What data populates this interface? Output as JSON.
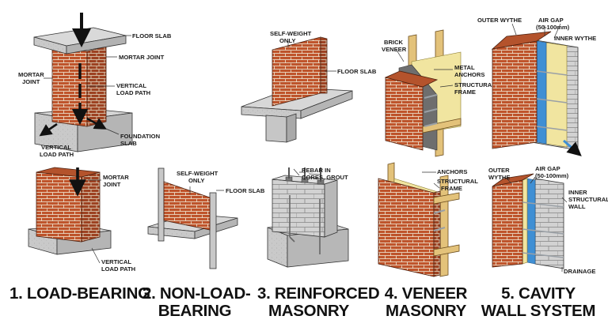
{
  "colors": {
    "brick": "#c0552c",
    "mortar": "#e8dccb",
    "concrete": "#c8c8c8",
    "cmu": "#d6d6d6",
    "timber": "#e3c27a",
    "insulation": "#f1e5a0",
    "membrane": "#6e6e6e",
    "cavity_blue": "#3f8fd4",
    "steel": "#9aa0a6",
    "arrow": "#111111"
  },
  "titles": {
    "t1": "1. LOAD-BEARING",
    "t2a": "2. NON-LOAD-",
    "t2b": "BEARING",
    "t3a": "3. REINFORCED",
    "t3b": "MASONRY",
    "t4a": "4. VENEER",
    "t4b": "MASONRY",
    "t5a": "5. CAVITY",
    "t5b": "WALL SYSTEM"
  },
  "labels": {
    "p1_floor_slab": "FLOOR SLAB",
    "p1_mortar_joint": "MORTAR JOINT",
    "p1_mortar_left_1": "MORTAR",
    "p1_mortar_left_2": "JOINT",
    "p1_vlp_1": "VERTICAL",
    "p1_vlp_2": "LOAD PATH",
    "p1_vlp_bl_1": "VERTICAL",
    "p1_vlp_bl_2": "LOAD PATH",
    "p1_foundation_1": "FOUNDATION",
    "p1_foundation_2": "SLAB",
    "p1b_mortar_1": "MORTAR",
    "p1b_mortar_2": "JOINT",
    "p1b_vlp_1": "VERTICAL",
    "p1b_vlp_2": "LOAD PATH",
    "p2a_self_1": "SELF-WEIGHT",
    "p2a_self_2": "ONLY",
    "p2a_floor": "FLOOR SLAB",
    "p2b_self_1": "SELF-WEIGHT",
    "p2b_self_2": "ONLY",
    "p2b_floor": "FLOOR SLAB",
    "p3_rebar_1": "REBAR IN",
    "p3_rebar_2": "CORES, GROUT",
    "p4a_brick_1": "BRICK",
    "p4a_brick_2": "VENEER",
    "p4a_metal_1": "METAL",
    "p4a_metal_2": "ANCHORS",
    "p4a_struct_1": "STRUCTURAL",
    "p4a_struct_2": "FRAME",
    "p4b_anchors": "ANCHORS",
    "p4b_struct_1": "STRUCTURAL",
    "p4b_struct_2": "FRAME",
    "p5a_outer": "OUTER WYTHE",
    "p5a_air_1": "AIR GAP",
    "p5a_air_2": "(50-100mm)",
    "p5a_inner": "INNER WYTHE",
    "p5b_outer_1": "OUTER",
    "p5b_outer_2": "WYTHE",
    "p5b_air_1": "AIR GAP",
    "p5b_air_2": "(50-100mm)",
    "p5b_inner_1": "INNER",
    "p5b_inner_2": "STRUCTURAL",
    "p5b_inner_3": "WALL",
    "p5b_drainage": "DRAINAGE"
  }
}
